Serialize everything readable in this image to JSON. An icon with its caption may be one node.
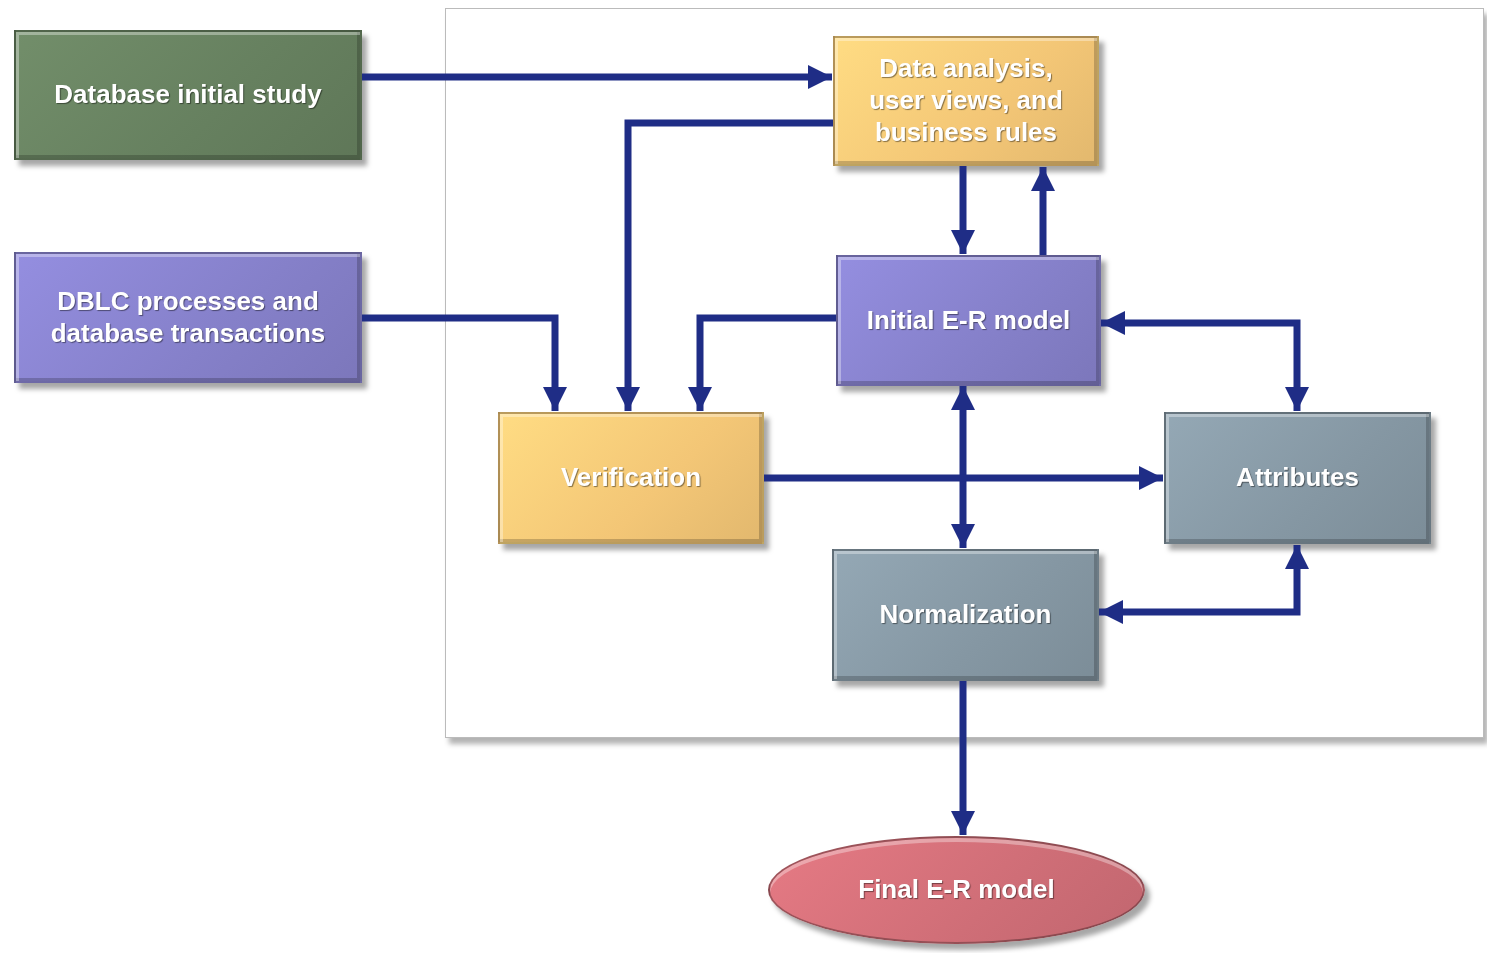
{
  "diagram": {
    "nodes": [
      {
        "text": [],
        "shape": "box"
      },
      {
        "text": [
          "Database initial study"
        ]
      },
      {
        "text": [
          "DBLC processes and database transactions"
        ]
      },
      {
        "text": [
          "Data analysis, user views, and business rules"
        ],
        "in": 0
      },
      {
        "text": [
          "Initial E-R model"
        ],
        "in": 0
      },
      {
        "text": [
          "Verification"
        ],
        "in": 0
      },
      {
        "text": [
          "Attributes"
        ],
        "in": 0
      },
      {
        "text": [
          "Normalization"
        ],
        "in": 0
      },
      {
        "text": [
          "Final E-R model"
        ]
      }
    ],
    "edges": [
      {
        "from": 1,
        "to": 3,
        "arrow": "to"
      },
      {
        "from": 2,
        "to": 5,
        "arrow": "to"
      },
      {
        "from": 3,
        "to": 5,
        "arrow": "to"
      },
      {
        "from": 3,
        "to": 4,
        "arrow": "to"
      },
      {
        "from": 4,
        "to": 3,
        "arrow": "to"
      },
      {
        "from": 4,
        "to": 5,
        "arrow": "to"
      },
      {
        "from": 4,
        "to": 6,
        "arrow": "both"
      },
      {
        "from": 4,
        "to": 7,
        "arrow": "both"
      },
      {
        "from": 5,
        "to": 6,
        "arrow": "to"
      },
      {
        "from": 7,
        "to": 6,
        "arrow": "both"
      },
      {
        "from": 7,
        "to": 8,
        "arrow": "to"
      }
    ]
  }
}
